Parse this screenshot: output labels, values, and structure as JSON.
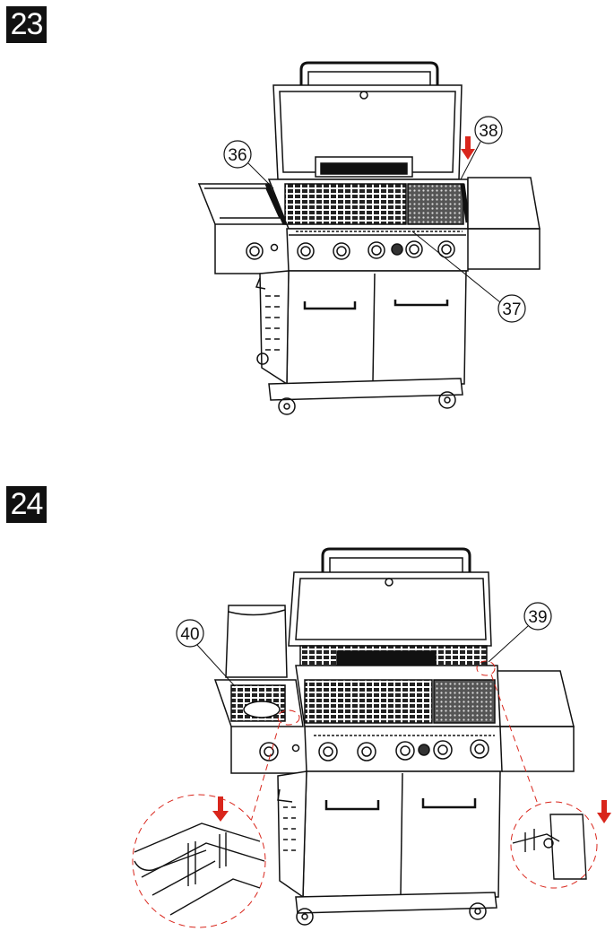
{
  "steps": [
    {
      "number": "23",
      "callouts": [
        "36",
        "37",
        "38"
      ]
    },
    {
      "number": "24",
      "callouts": [
        "40",
        "39"
      ]
    }
  ],
  "colors": {
    "arrow": "#d9261c",
    "detail_circle": "#d9261c",
    "line": "#111111"
  },
  "icons": [
    "down-arrow-icon"
  ]
}
